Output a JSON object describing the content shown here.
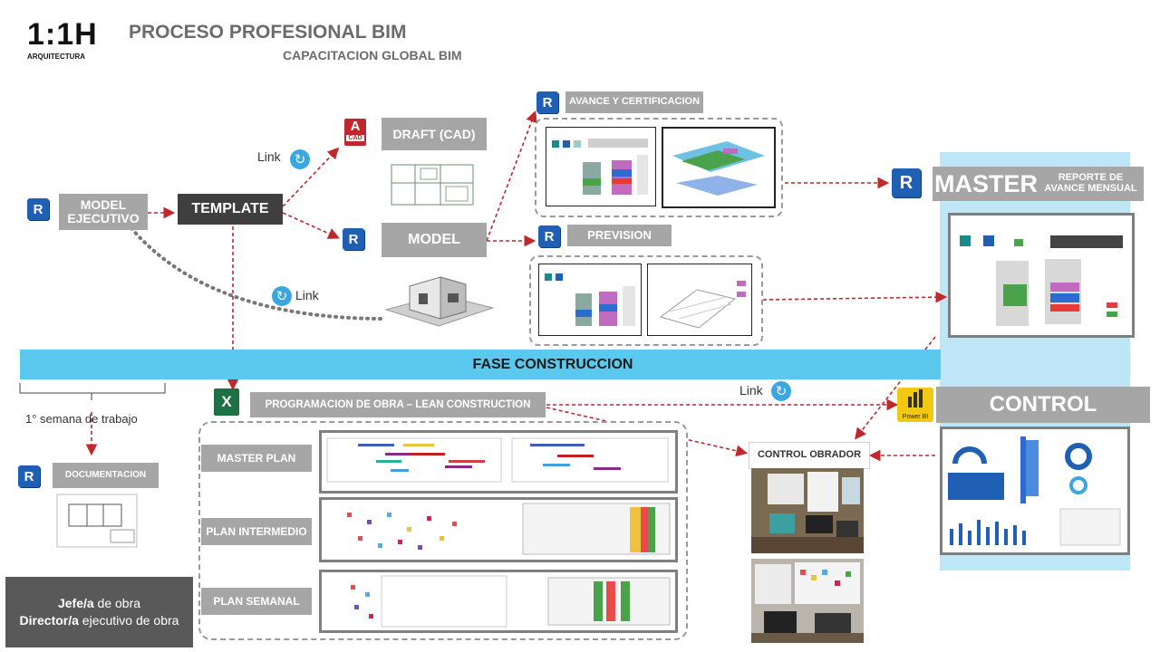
{
  "header": {
    "logo_text": "1:1H",
    "logo_sub": "ARQUITECTURA",
    "title": "PROCESO PROFESIONAL BIM",
    "subtitle": "CAPACITACION GLOBAL BIM"
  },
  "icons": {
    "revit": "R",
    "autocad": "A",
    "autocad_tag": "CAD",
    "excel": "X",
    "sync": "↻"
  },
  "nodes": {
    "model_ejecutivo": "MODEL EJECUTIVO",
    "template": "TEMPLATE",
    "draft_cad": "DRAFT (CAD)",
    "model": "MODEL",
    "avance": "AVANCE Y CERTIFICACION",
    "prevision": "PREVISION",
    "master": "MASTER",
    "reporte": "REPORTE DE AVANCE MENSUAL",
    "control": "CONTROL",
    "power_bi": "Power BI",
    "control_obrador": "CONTROL OBRADOR",
    "programacion": "PROGRAMACION DE OBRA – LEAN CONSTRUCTION",
    "master_plan": "MASTER PLAN",
    "plan_intermedio": "PLAN INTERMEDIO",
    "plan_semanal": "PLAN SEMANAL",
    "documentacion": "DOCUMENTACION"
  },
  "links": {
    "link_top": "Link",
    "link_mid": "Link",
    "link_right": "Link"
  },
  "fase": "FASE CONSTRUCCION",
  "semana": "1° semana de trabajo",
  "roles": {
    "jefe_bold": "Jefe/a",
    "jefe_rest": " de obra",
    "director_bold": "Director/a",
    "director_rest": " ejecutivo de obra"
  },
  "colors": {
    "band": "#5bc8ee",
    "gray_box": "#a6a6a6",
    "dark_box": "#3f3f3f",
    "revit_blue": "#1f5fb4",
    "arrow_red": "#c0282c",
    "panel_blue": "#bfe6f6"
  }
}
